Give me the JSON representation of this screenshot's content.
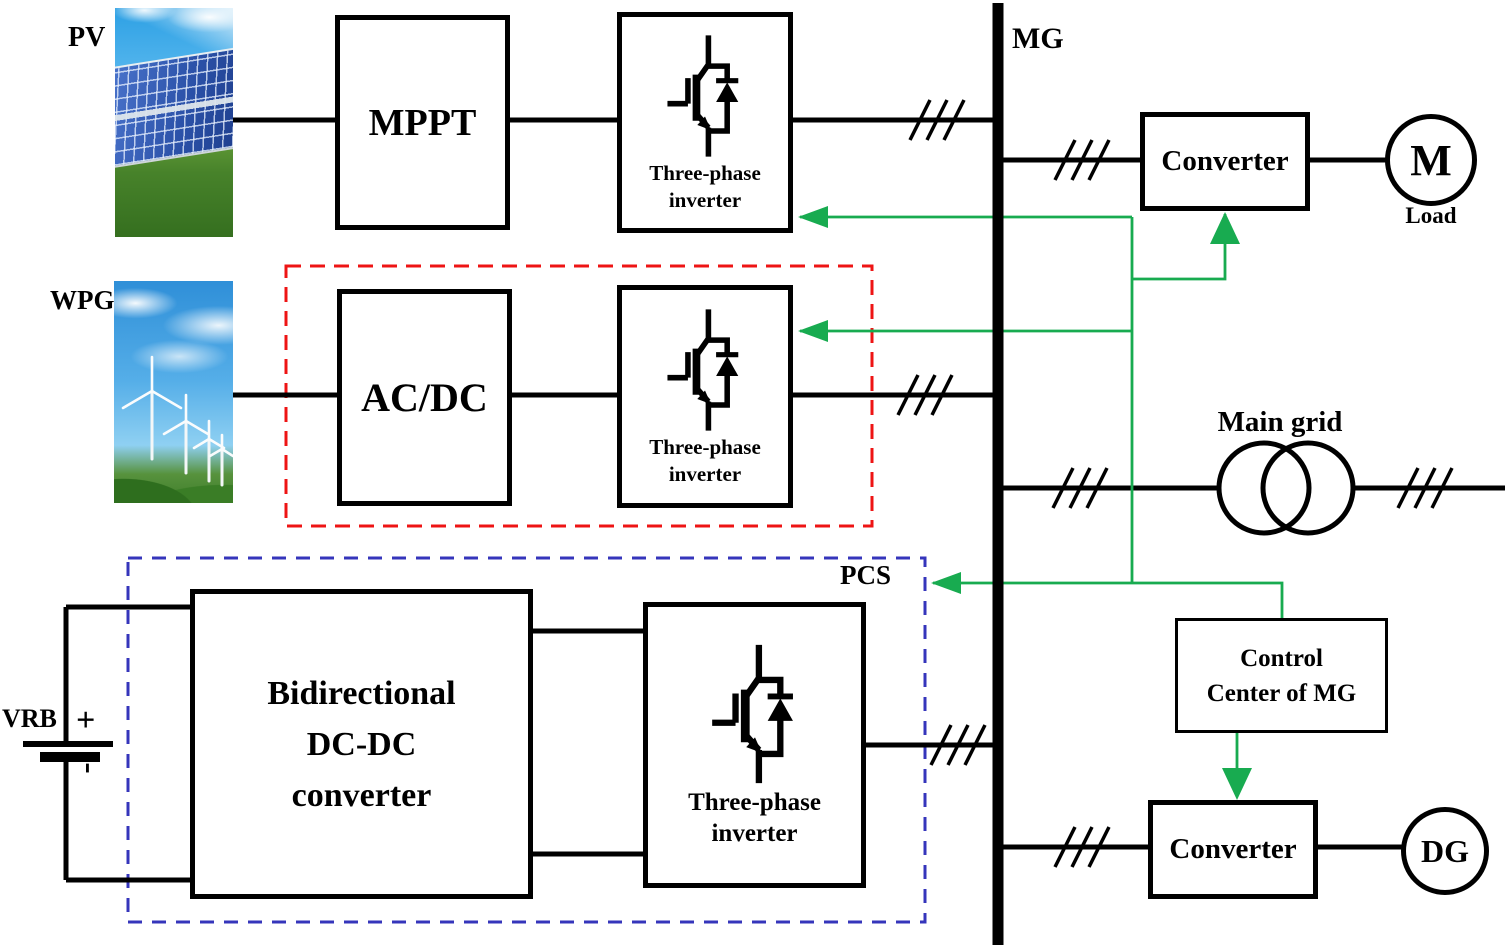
{
  "nodes": {
    "pv": {
      "label": "PV"
    },
    "wpg": {
      "label": "WPG"
    },
    "vrb": {
      "label": "VRB",
      "plus": "+",
      "minus": "-"
    },
    "mg_bus": {
      "label": "MG"
    },
    "mppt": {
      "label": "MPPT"
    },
    "acdc": {
      "label": "AC/DC"
    },
    "inverter_pv": {
      "line1": "Three-phase",
      "line2": "inverter"
    },
    "inverter_wind": {
      "line1": "Three-phase",
      "line2": "inverter"
    },
    "inverter_battery": {
      "line1": "Three-phase",
      "line2": "inverter"
    },
    "bidirectional_converter": {
      "line1": "Bidirectional",
      "line2": "DC-DC",
      "line3": "converter"
    },
    "converter_load": {
      "label": "Converter"
    },
    "converter_dg": {
      "label": "Converter"
    },
    "control_center": {
      "line1": "Control",
      "line2": "Center of MG"
    },
    "pcs_group": {
      "label": "PCS"
    },
    "main_grid": {
      "label": "Main grid"
    },
    "motor_load": {
      "symbol": "M",
      "label": "Load"
    },
    "dg": {
      "symbol": "DG"
    }
  },
  "colors": {
    "control_signal_green": "#18ab50",
    "pcs_boundary_blue": "#3535bb",
    "wind_boundary_red": "#ee1414",
    "wire_black": "#000000"
  }
}
